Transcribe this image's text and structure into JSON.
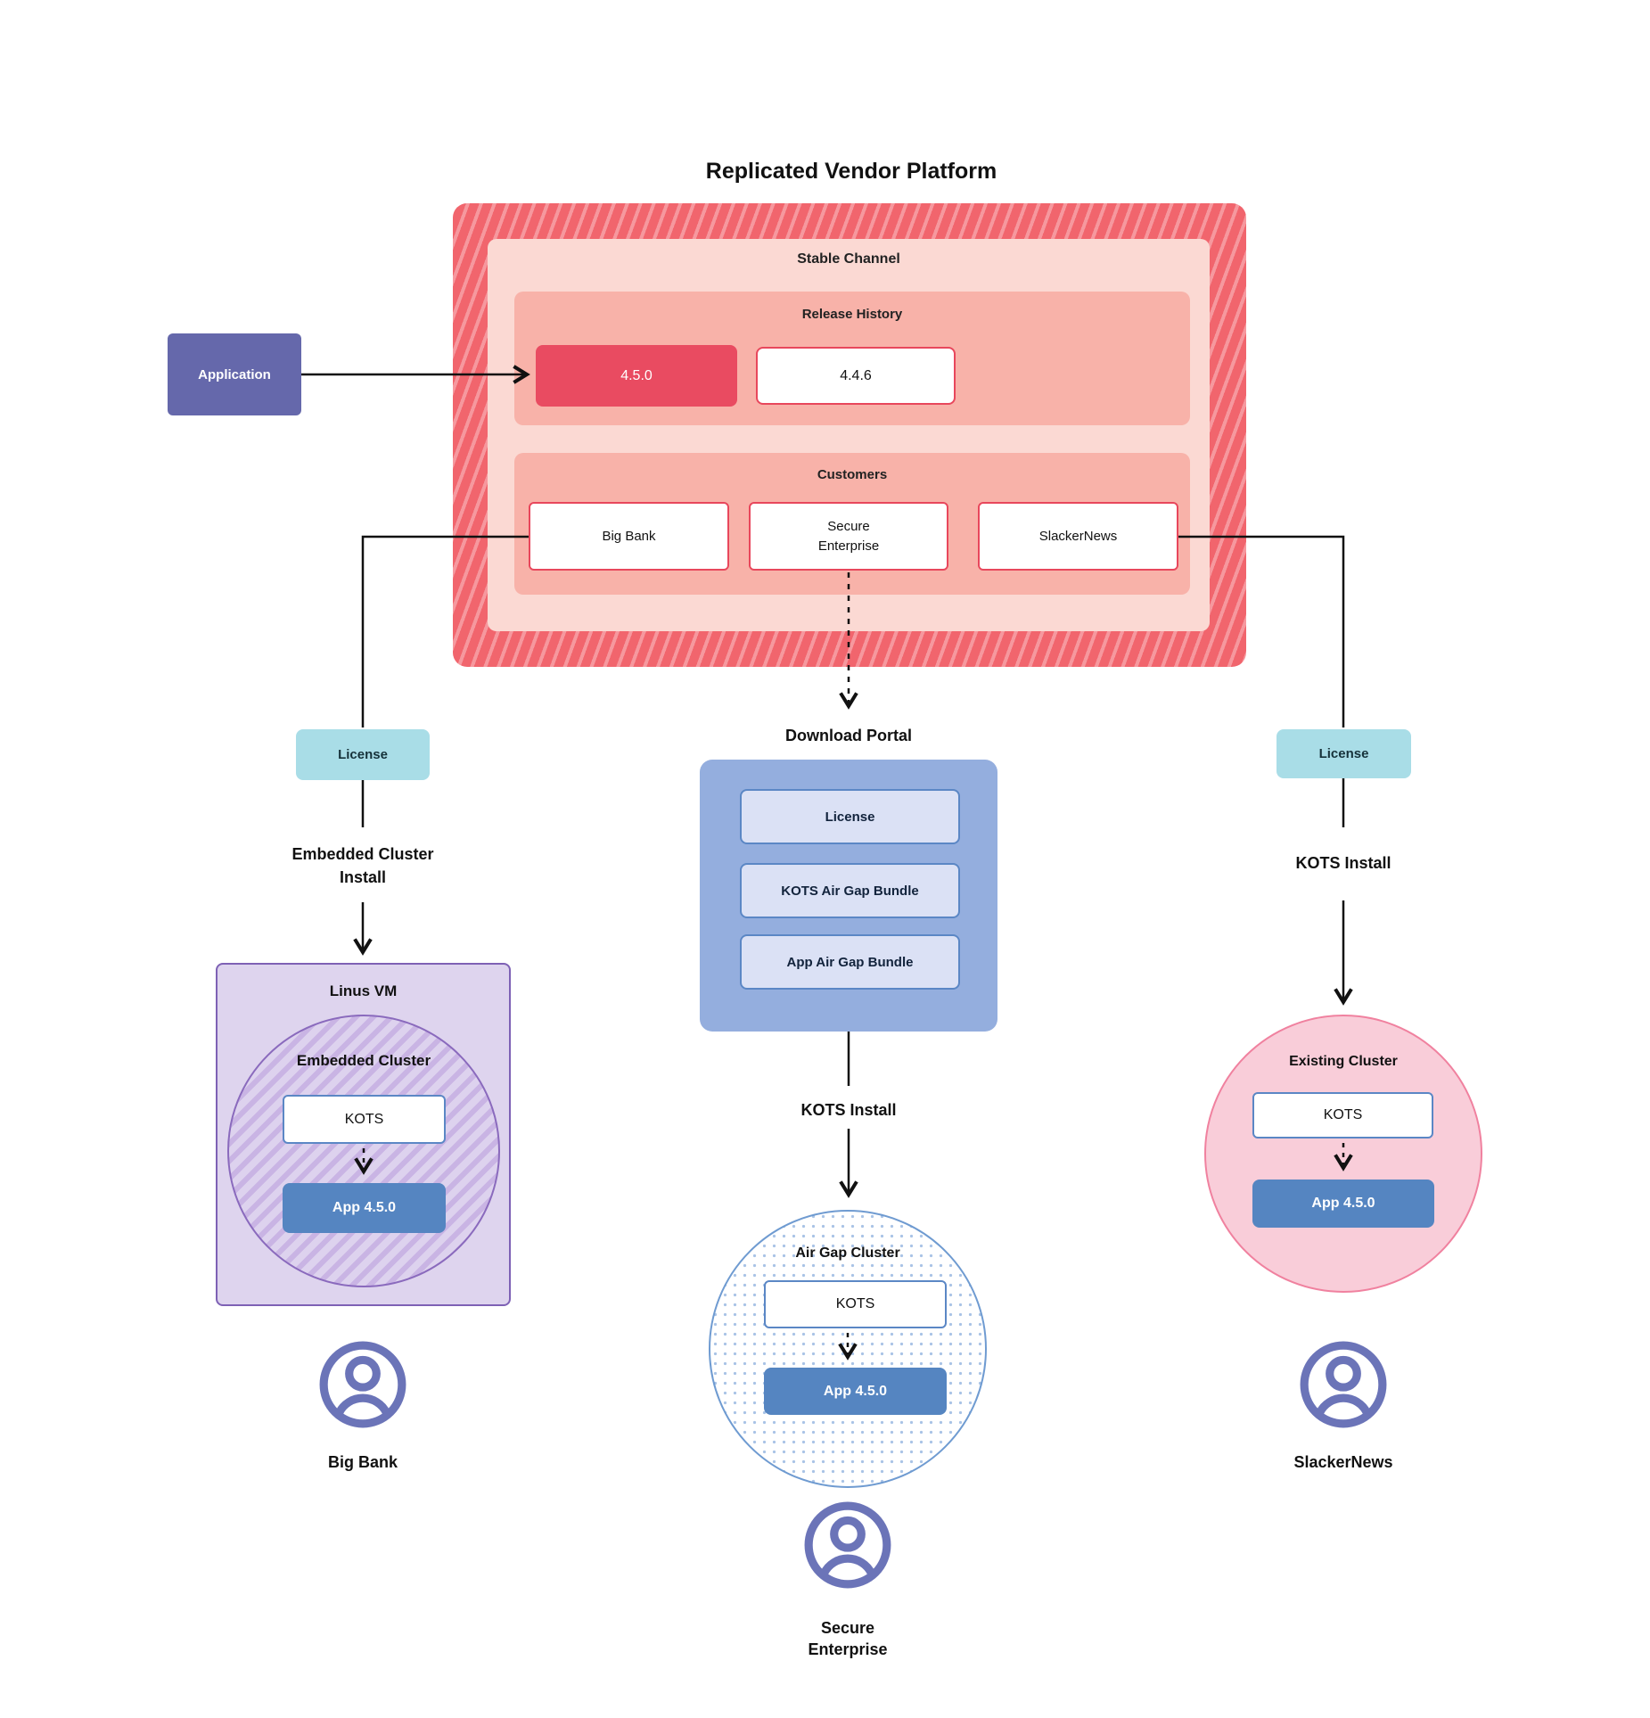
{
  "title": "Replicated Vendor Platform",
  "application": {
    "label": "Application"
  },
  "platform": {
    "stable_channel": {
      "title": "Stable Channel",
      "release_history": {
        "title": "Release History",
        "current_release": "4.5.0",
        "previous_release": "4.4.6"
      },
      "customers": {
        "title": "Customers",
        "big_bank": "Big Bank",
        "secure_enterprise": "Secure\nEnterprise",
        "slackernews": "SlackerNews"
      }
    }
  },
  "left_flow": {
    "license": "License",
    "install_method": "Embedded Cluster\nInstall",
    "vm_title": "Linus VM",
    "cluster_title": "Embedded Cluster",
    "kots": "KOTS",
    "app": "App 4.5.0",
    "customer": "Big Bank"
  },
  "center_flow": {
    "portal_title": "Download Portal",
    "portal_items": {
      "license": "License",
      "kots_bundle": "KOTS Air Gap Bundle",
      "app_bundle": "App Air Gap Bundle"
    },
    "install_method": "KOTS Install",
    "cluster_title": "Air Gap Cluster",
    "kots": "KOTS",
    "app": "App 4.5.0",
    "customer": "Secure\nEnterprise"
  },
  "right_flow": {
    "license": "License",
    "install_method": "KOTS Install",
    "cluster_title": "Existing Cluster",
    "kots": "KOTS",
    "app": "App 4.5.0",
    "customer": "SlackerNews"
  },
  "colors": {
    "platform_red": "#f1656d",
    "platform_stripe": "#f6989e",
    "stable_pink": "#fbd9d3",
    "panel_salmon": "#f8b2a9",
    "release_red": "#e94b61",
    "red_border": "#e8475c",
    "application_purple": "#6568ab",
    "license_teal": "#a9dde7",
    "portal_blue": "#94aede",
    "portal_item_fill": "#dbe1f5",
    "blue_border": "#5b87c5",
    "app_blue": "#5585c1",
    "vm_purple_fill": "#ded4ee",
    "vm_purple_border": "#7e61b5",
    "cluster_purple_border": "#8a6abd",
    "existing_pink_fill": "#f9cdd9",
    "existing_pink_border": "#f0819f",
    "airgap_blue_border": "#6f9bd1",
    "user_icon_purple": "#6b74b8"
  }
}
